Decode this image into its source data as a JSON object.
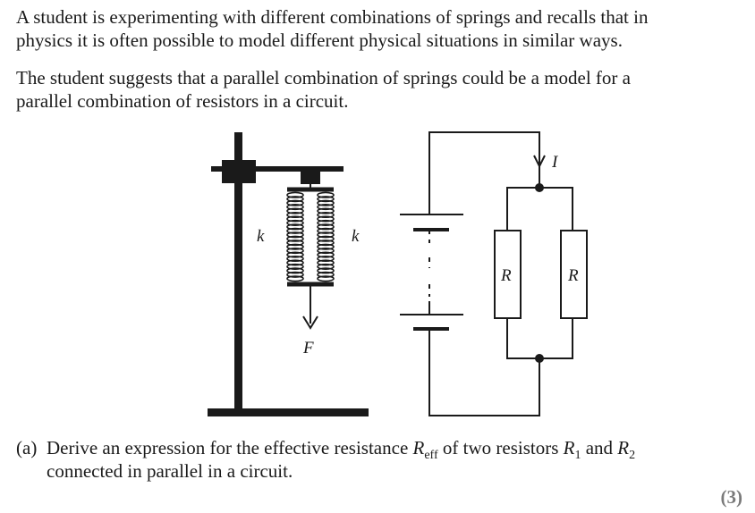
{
  "intro": {
    "line1": "A student is experimenting with different combinations of springs and recalls that in",
    "line2": "physics it is often possible to model different physical situations in similar ways.",
    "line3": "The student suggests that a parallel combination of springs could be a model for a",
    "line4": "parallel combination of resistors in a circuit."
  },
  "figure": {
    "spring_constant_label_left": "k",
    "spring_constant_label_right": "k",
    "force_label": "F",
    "current_label": "I",
    "resistor_label_left": "R",
    "resistor_label_right": "R"
  },
  "question": {
    "number": "(a)",
    "text_a": "Derive an expression for the effective resistance ",
    "sym_r": "R",
    "sub_eff": "eff",
    "text_b": " of two resistors ",
    "sub_1": "1",
    "text_c": " and ",
    "sub_2": "2",
    "text_d": "connected in parallel in a circuit.",
    "marks": "(3)"
  }
}
